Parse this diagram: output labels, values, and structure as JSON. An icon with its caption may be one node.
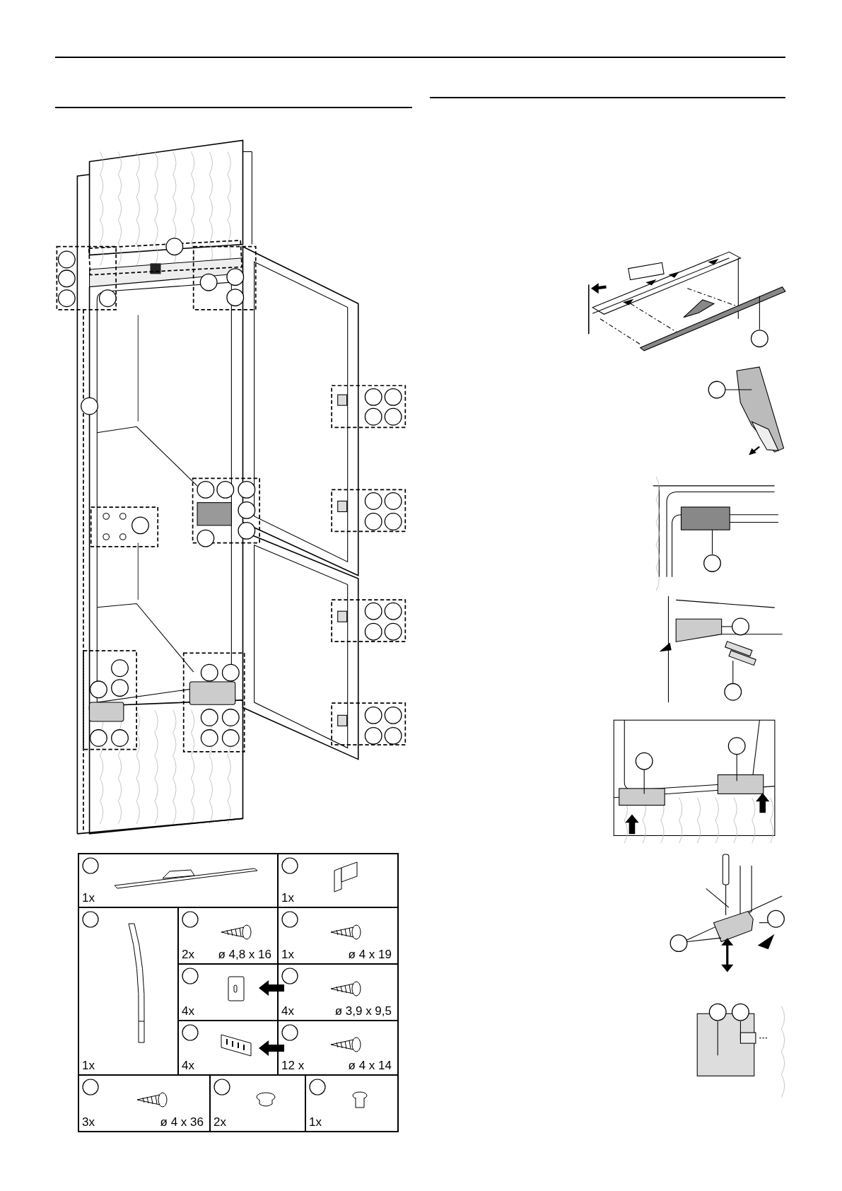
{
  "diagram": {
    "labels": [
      "1x",
      "1x",
      "1x",
      "2x",
      "ø 4,8 x 16",
      "1x",
      "ø 4 x 19",
      "4x",
      "4x",
      "ø 3,9 x 9,5",
      "4x",
      "12 x",
      "ø 4 x 14",
      "3x",
      "ø 4 x 36",
      "2x",
      "1x"
    ]
  }
}
